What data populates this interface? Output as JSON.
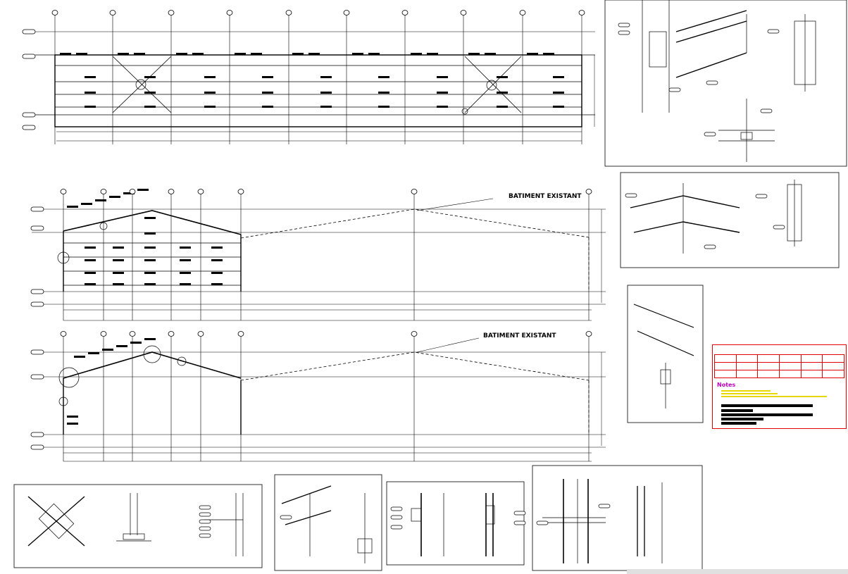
{
  "annotations": {
    "existing_building_1": "BATIMENT EXISTANT",
    "existing_building_2": "BATIMENT EXISTANT"
  },
  "legend": {
    "title": "",
    "notes_title": "Notes"
  }
}
